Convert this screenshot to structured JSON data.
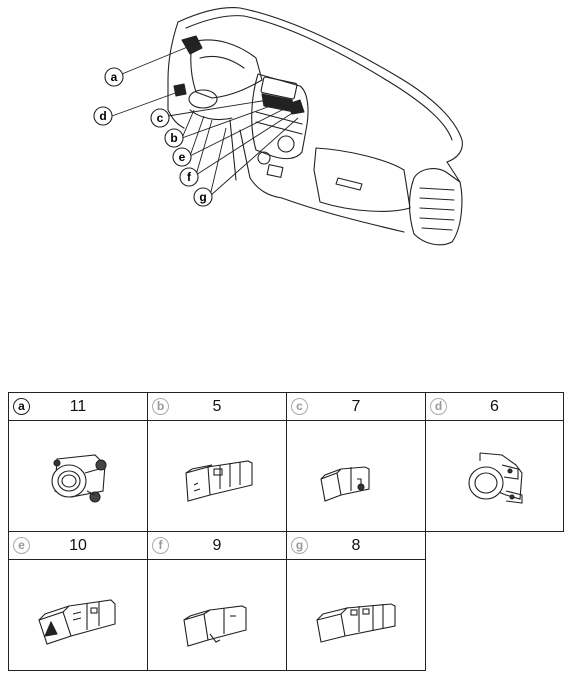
{
  "diagram": {
    "callouts": [
      {
        "id": "a",
        "label": "a"
      },
      {
        "id": "d",
        "label": "d"
      },
      {
        "id": "c",
        "label": "c"
      },
      {
        "id": "b",
        "label": "b"
      },
      {
        "id": "e",
        "label": "e"
      },
      {
        "id": "f",
        "label": "f"
      },
      {
        "id": "g",
        "label": "g"
      }
    ]
  },
  "parts_table": {
    "rows": [
      [
        {
          "letter": "a",
          "number": "11",
          "part": "switch-round-flange"
        },
        {
          "letter": "b",
          "number": "5",
          "part": "switch-long-body"
        },
        {
          "letter": "c",
          "number": "7",
          "part": "switch-short-block"
        },
        {
          "letter": "d",
          "number": "6",
          "part": "switch-round-bracket"
        }
      ],
      [
        {
          "letter": "e",
          "number": "10",
          "part": "hazard-switch"
        },
        {
          "letter": "f",
          "number": "9",
          "part": "switch-block"
        },
        {
          "letter": "g",
          "number": "8",
          "part": "switch-long-block"
        }
      ]
    ]
  }
}
